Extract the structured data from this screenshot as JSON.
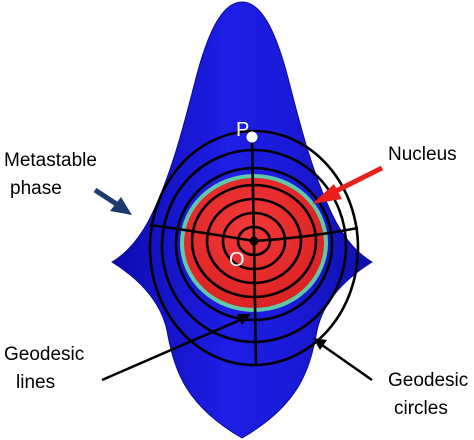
{
  "labels": {
    "point_p": "P",
    "point_o": "O",
    "metastable_line1": "Metastable",
    "metastable_line2": "phase",
    "nucleus": "Nucleus",
    "geodesic_lines_line1": "Geodesic",
    "geodesic_lines_line2": "lines",
    "geodesic_circles_line1": "Geodesic",
    "geodesic_circles_line2": "circles"
  },
  "colors": {
    "surface": "#1a1ad8",
    "surface_edge": "#0a0a9a",
    "nucleus": "#ee2a2a",
    "nucleus_rim": "#5fc9a8",
    "grid": "#000000",
    "nucleus_arrow": "#e8201c",
    "metastable_arrow": "#1d3a6e"
  }
}
